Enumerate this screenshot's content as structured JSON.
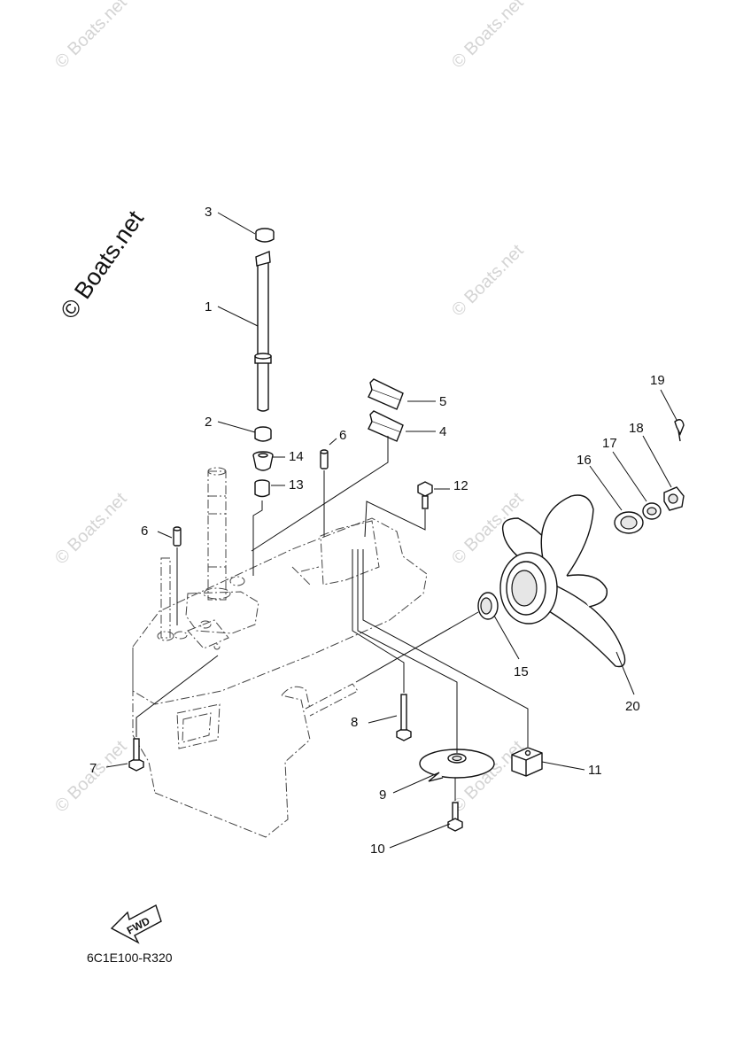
{
  "watermark": {
    "text": "© Boats.net",
    "color": "#d4d4d4"
  },
  "main_watermark": "© Boats.net",
  "callouts": {
    "c1": "1",
    "c2": "2",
    "c3": "3",
    "c4": "4",
    "c5": "5",
    "c6a": "6",
    "c6b": "6",
    "c7": "7",
    "c8": "8",
    "c9": "9",
    "c10": "10",
    "c11": "11",
    "c12": "12",
    "c13": "13",
    "c14": "14",
    "c15": "15",
    "c16": "16",
    "c17": "17",
    "c18": "18",
    "c19": "19",
    "c20": "20"
  },
  "fwd_label": "FWD",
  "diagram_code": "6C1E100-R320"
}
